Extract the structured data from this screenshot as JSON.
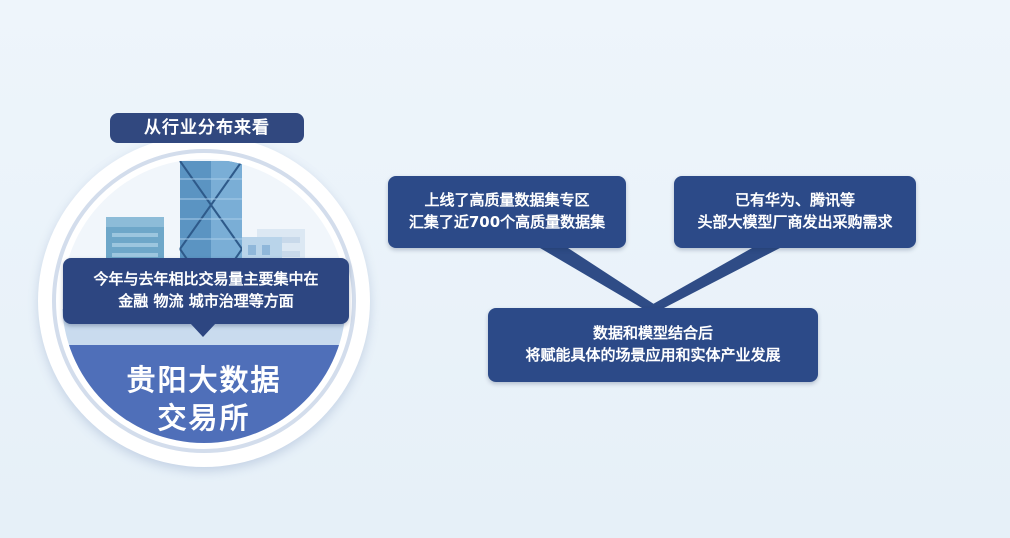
{
  "header": {
    "label": "从行业分布来看"
  },
  "callout": {
    "line1": "今年与去年相比交易量主要集中在",
    "line2": "金融  物流  城市治理等方面"
  },
  "exchange": {
    "line1": "贵阳大数据",
    "line2": "交易所"
  },
  "boxes": {
    "top_left": {
      "line1": "上线了高质量数据集专区",
      "line2": "汇集了近700个高质量数据集"
    },
    "top_right": {
      "line1": "已有华为、腾讯等",
      "line2": "头部大模型厂商发出采购需求"
    },
    "bottom": {
      "line1": "数据和模型结合后",
      "line2": "将赋能具体的场景应用和实体产业发展"
    }
  },
  "colors": {
    "box_fill": "#2c4a88",
    "exchange_band": "#4f6fb9",
    "connector": "#2f4c86",
    "background": "#eef5fb"
  }
}
